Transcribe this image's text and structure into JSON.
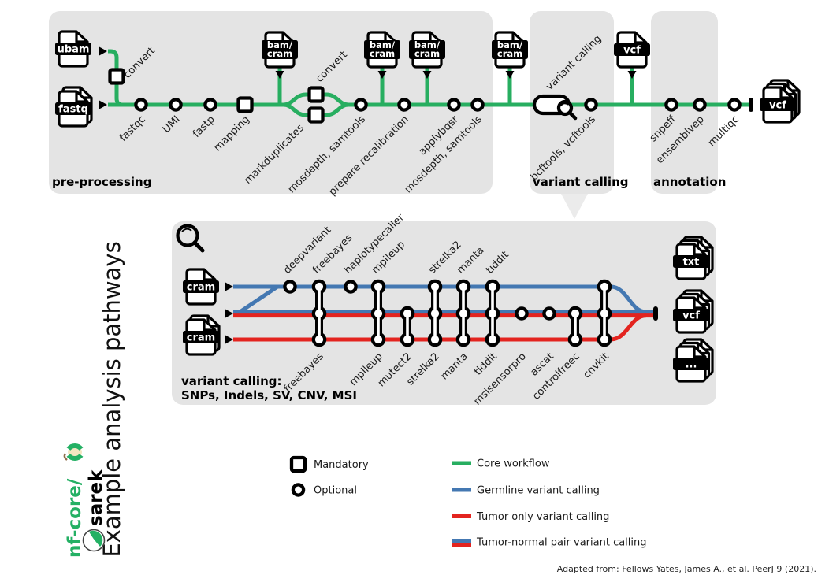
{
  "title": "Example analysis pathways",
  "attribution": "Adapted from: Fellows Yates, James A., et al.  PeerJ 9 (2021).",
  "logo": {
    "prefix": "nf-core/",
    "name": "sarek"
  },
  "colors": {
    "green": "#27AE60",
    "blue": "#4478B2",
    "red": "#E3241F",
    "panel": "#E4E4E4"
  },
  "panels": {
    "preprocessing": "pre-processing",
    "variant_calling": "variant calling",
    "annotation": "annotation"
  },
  "files": {
    "ubam": "ubam",
    "fastq": "fastq",
    "bam1": "bam/",
    "bam2": "cram",
    "vcf": "vcf",
    "cram": "cram",
    "txt": "txt",
    "dots": "..."
  },
  "top_labels": {
    "convert1": "convert",
    "fastqc": "fastqc",
    "umi": "UMI",
    "fastp": "fastp",
    "mapping": "mapping",
    "markduplicates": "markduplicates",
    "convert2": "convert",
    "mosdepth1": "mosdepth, samtools",
    "prepare_recalibration": "prepare recalibration",
    "applybqsr": "applybqsr",
    "mosdepth2": "mosdepth, samtools",
    "variant_calling": "variant calling",
    "bcftools": "bcftools, vcftools",
    "snpeff": "snpeff",
    "ensemblvep": "ensemblvep",
    "multiqc": "multiqc"
  },
  "detail": {
    "top_labels": [
      "deepvariant",
      "freebayes",
      "haplotypecaller",
      "mpileup",
      "strelka2",
      "manta",
      "tiddit"
    ],
    "bottom_labels": [
      "freebayes",
      "mpileup",
      "mutect2",
      "strelka2",
      "manta",
      "tiddit",
      "msisensorpro",
      "ascat",
      "controlfreec",
      "cnvkit"
    ],
    "caption_line1": "variant calling:",
    "caption_line2": "SNPs, Indels, SV, CNV, MSI"
  },
  "legend": {
    "mandatory": "Mandatory",
    "optional": "Optional",
    "core": "Core workflow",
    "germline": "Germline variant calling",
    "tumor_only": "Tumor only variant calling",
    "tumor_normal": "Tumor-normal pair variant calling"
  }
}
